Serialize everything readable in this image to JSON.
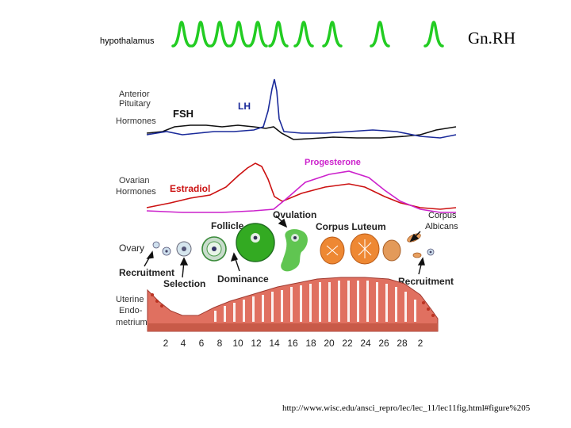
{
  "header": {
    "hypothalamus_label": "hypothalamus",
    "gnrh_label": "Gn.RH"
  },
  "panels": {
    "pituitary": {
      "label": [
        "Anterior",
        "Pituitary",
        "Hormones"
      ],
      "fsh": "FSH",
      "lh": "LH"
    },
    "ovarian": {
      "label": [
        "Ovarian",
        "Hormones"
      ],
      "estradiol": "Estradiol",
      "progesterone": "Progesterone"
    },
    "ovary": {
      "label": "Ovary",
      "ovulation": "Ovulation",
      "follicle": "Follicle",
      "corpus_luteum": "Corpus Luteum",
      "corpus_albicans": [
        "Corpus",
        "Albicans"
      ],
      "recruitment_left": "Recruitment",
      "selection": "Selection",
      "dominance": "Dominance",
      "recruitment_right": "Recruitment"
    },
    "endometrium": {
      "label": [
        "Uterine",
        "Endo-",
        "metrium"
      ]
    }
  },
  "days": [
    "2",
    "4",
    "6",
    "8",
    "10",
    "12",
    "14",
    "16",
    "18",
    "20",
    "22",
    "24",
    "26",
    "28",
    "2"
  ],
  "colors": {
    "gnrh_pulse": "#22cc22",
    "lh": "#1a2a9a",
    "fsh": "#111111",
    "estradiol": "#cc1111",
    "progesterone": "#cc22cc",
    "follicle_green": "#33aa22",
    "corpus_orange": "#ee8833",
    "endometrium": "#dd6655"
  },
  "source_url": "http://www.wisc.edu/ansci_repro/lec/lec_11/lec11fig.html#figure%205"
}
